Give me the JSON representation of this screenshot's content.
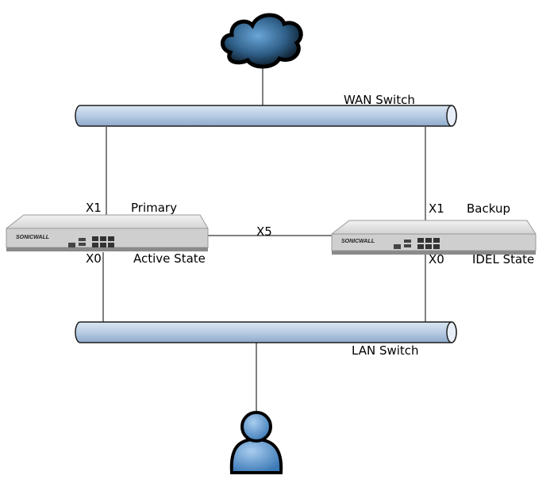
{
  "colors": {
    "pipe_fill": "#b8cce4",
    "pipe_stroke": "#1f1f1f",
    "cloud": "#3f7fb5",
    "user": "#5b9bd5",
    "device": "#d9d9d9"
  },
  "wan": {
    "label": "WAN Switch"
  },
  "lan": {
    "label": "LAN Switch"
  },
  "link": {
    "label": "X5"
  },
  "primary": {
    "name": "Primary",
    "state": "Active State",
    "port_top": "X1",
    "port_bottom": "X0",
    "logo": "SONICWALL"
  },
  "backup": {
    "name": "Backup",
    "state": "IDEL State",
    "port_top": "X1",
    "port_bottom": "X0",
    "logo": "SONICWALL"
  },
  "icons": {
    "internet": "cloud-icon",
    "user": "user-icon",
    "device": "firewall-appliance-icon"
  }
}
